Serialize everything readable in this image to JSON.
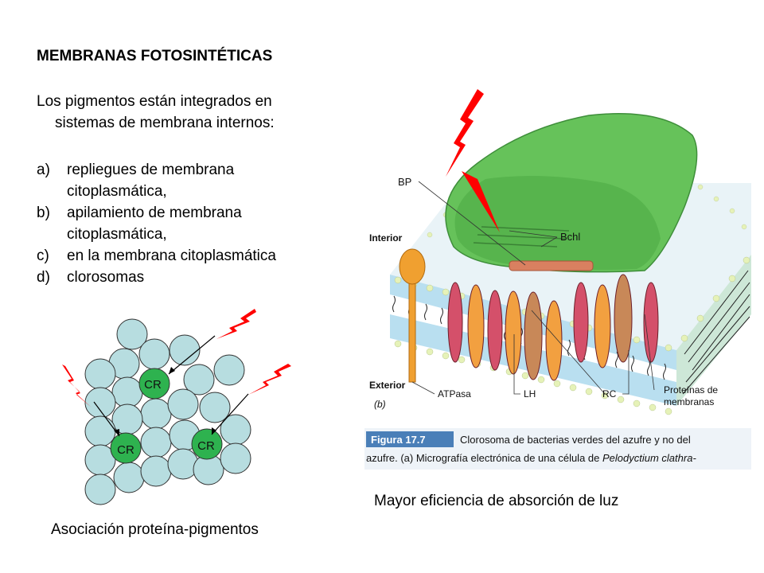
{
  "slide": {
    "title": "MEMBRANAS FOTOSINTÉTICAS",
    "intro_line1": "Los pigmentos están integrados en",
    "intro_line2": "sistemas de membrana internos:",
    "items": [
      {
        "marker": "a)",
        "line1": "repliegues de membrana",
        "line2": "citoplasmática,"
      },
      {
        "marker": "b)",
        "line1": "apilamiento de membrana",
        "line2": "citoplasmática,"
      },
      {
        "marker": "c)",
        "line1": "en la membrana citoplasmática",
        "line2": ""
      },
      {
        "marker": "d)",
        "line1": "clorosomas",
        "line2": ""
      }
    ],
    "caption_left": "Asociación proteína-pigmentos",
    "caption_right": "Mayor eficiencia de absorción de luz"
  },
  "left_diagram": {
    "cr_label": "CR",
    "circle_color": "#b7dde0",
    "cr_color": "#2eb24f",
    "bolt_color": "#ff0000"
  },
  "figure": {
    "labels": {
      "bp": "BP",
      "bchl": "Bchl",
      "interior": "Interior",
      "exterior": "Exterior",
      "b": "(b)",
      "atpasa": "ATPasa",
      "lh": "LH",
      "rc": "RC",
      "proteinas1": "Proteínas de",
      "proteinas2": "membranas"
    },
    "caption_label": "Figura 17.7",
    "caption_line1": "Clorosoma de bacterias verdes del azufre y no del",
    "caption_line2a": "azufre. (a) Micrografía electrónica de una célula de ",
    "caption_line2b": "Pelodyctium clathra-",
    "colors": {
      "chlorosome": "#66c25a",
      "membrane_band": "#b9dff0",
      "lipid_head": "#e6f2b8",
      "caption_bar": "#4a7fb8"
    }
  }
}
